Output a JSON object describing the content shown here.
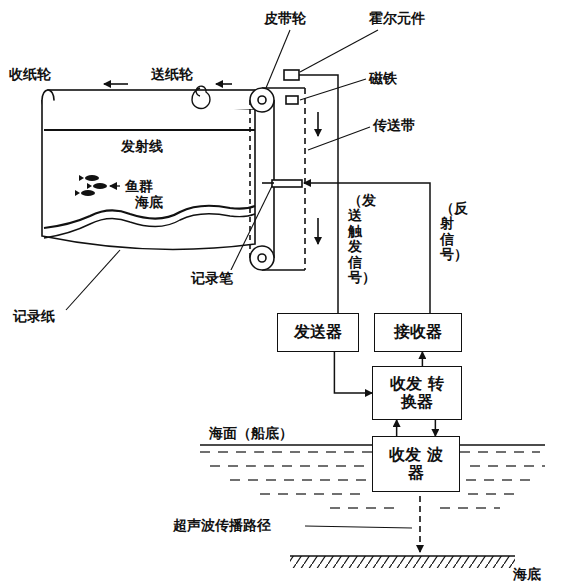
{
  "diagram": {
    "nodes": [
      {
        "text": [
          "发送器"
        ]
      },
      {
        "text": [
          "接收器"
        ]
      },
      {
        "text": [
          "收发 转换器"
        ]
      },
      {
        "text": [
          "收发 波器"
        ]
      }
    ],
    "edges": [
      {
        "from": 0,
        "to": 2,
        "arrow": "to"
      },
      {
        "from": 2,
        "to": 1,
        "arrow": "to"
      },
      {
        "from": 2,
        "to": 3,
        "arrow": "to"
      },
      {
        "from": 3,
        "to": 2,
        "arrow": "to"
      }
    ],
    "labels": [
      "皮带轮",
      "霍尔元件",
      "磁铁",
      "传送带",
      "收纸轮",
      "送纸轮",
      "发射线",
      "鱼群",
      "海底",
      "记录笔",
      "记录纸",
      "（发送触发信号）",
      "（反射信号）",
      "海面（船底）",
      "超声波传播路径",
      "海底"
    ]
  }
}
